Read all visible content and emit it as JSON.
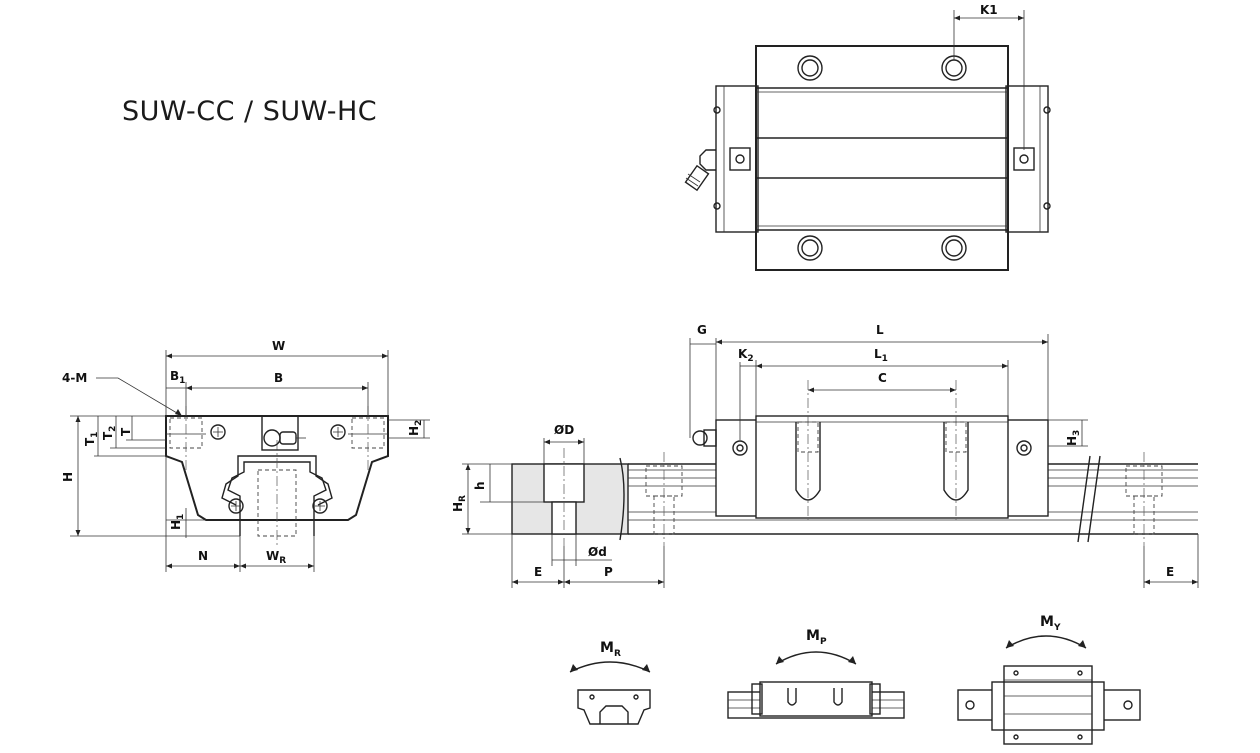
{
  "title": "SUW-CC / SUW-HC",
  "labels": {
    "K1": "K1",
    "W": "W",
    "B": "B",
    "B1": "B",
    "B1_sub": "1",
    "M4": "4-M",
    "H": "H",
    "T": "T",
    "T1": "T",
    "T1_sub": "1",
    "T2": "T",
    "T2_sub": "2",
    "H2": "H",
    "H2_sub": "2",
    "H1": "H",
    "H1_sub": "1",
    "N": "N",
    "WR": "W",
    "WR_sub": "R",
    "G": "G",
    "L": "L",
    "K2": "K",
    "K2_sub": "2",
    "L1": "L",
    "L1_sub": "1",
    "C": "C",
    "H3": "H",
    "H3_sub": "3",
    "OD": "ØD",
    "h": "h",
    "HR": "H",
    "HR_sub": "R",
    "Od": "Ød",
    "E_left": "E",
    "P": "P",
    "E_right": "E"
  },
  "moments": {
    "MR": "M",
    "MR_sub": "R",
    "MP": "M",
    "MP_sub": "P",
    "MY": "M",
    "MY_sub": "Y"
  }
}
